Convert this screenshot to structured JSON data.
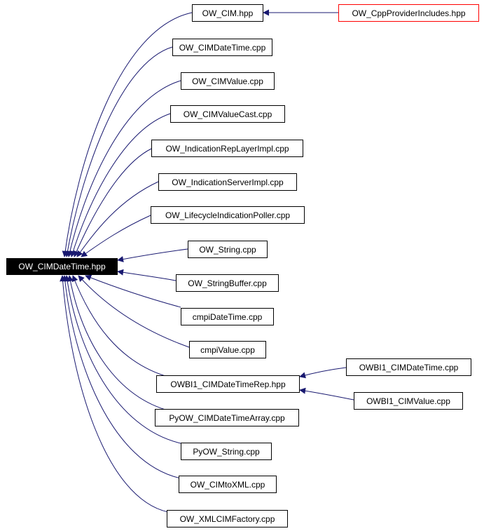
{
  "nodes": {
    "root": "OW_CIMDateTime.hpp",
    "cim_hpp": "OW_CIM.hpp",
    "cpp_provider_includes": "OW_CppProviderIncludes.hpp",
    "cim_datetime_cpp": "OW_CIMDateTime.cpp",
    "cim_value_cpp": "OW_CIMValue.cpp",
    "cim_value_cast_cpp": "OW_CIMValueCast.cpp",
    "indication_rep_layer_impl_cpp": "OW_IndicationRepLayerImpl.cpp",
    "indication_server_impl_cpp": "OW_IndicationServerImpl.cpp",
    "lifecycle_indication_poller_cpp": "OW_LifecycleIndicationPoller.cpp",
    "string_cpp": "OW_String.cpp",
    "string_buffer_cpp": "OW_StringBuffer.cpp",
    "cmpi_datetime_cpp": "cmpiDateTime.cpp",
    "cmpi_value_cpp": "cmpiValue.cpp",
    "owbi1_cim_datetime_rep_hpp": "OWBI1_CIMDateTimeRep.hpp",
    "owbi1_cim_datetime_cpp": "OWBI1_CIMDateTime.cpp",
    "owbi1_cim_value_cpp": "OWBI1_CIMValue.cpp",
    "py_cim_datetime_array_cpp": "PyOW_CIMDateTimeArray.cpp",
    "py_string_cpp": "PyOW_String.cpp",
    "cim_to_xml_cpp": "OW_CIMtoXML.cpp",
    "xml_cim_factory_cpp": "OW_XMLCIMFactory.cpp"
  },
  "colors": {
    "edge": "#191970",
    "root_fill": "#000000",
    "root_text": "#ffffff",
    "highlight_border": "#ff0000"
  }
}
